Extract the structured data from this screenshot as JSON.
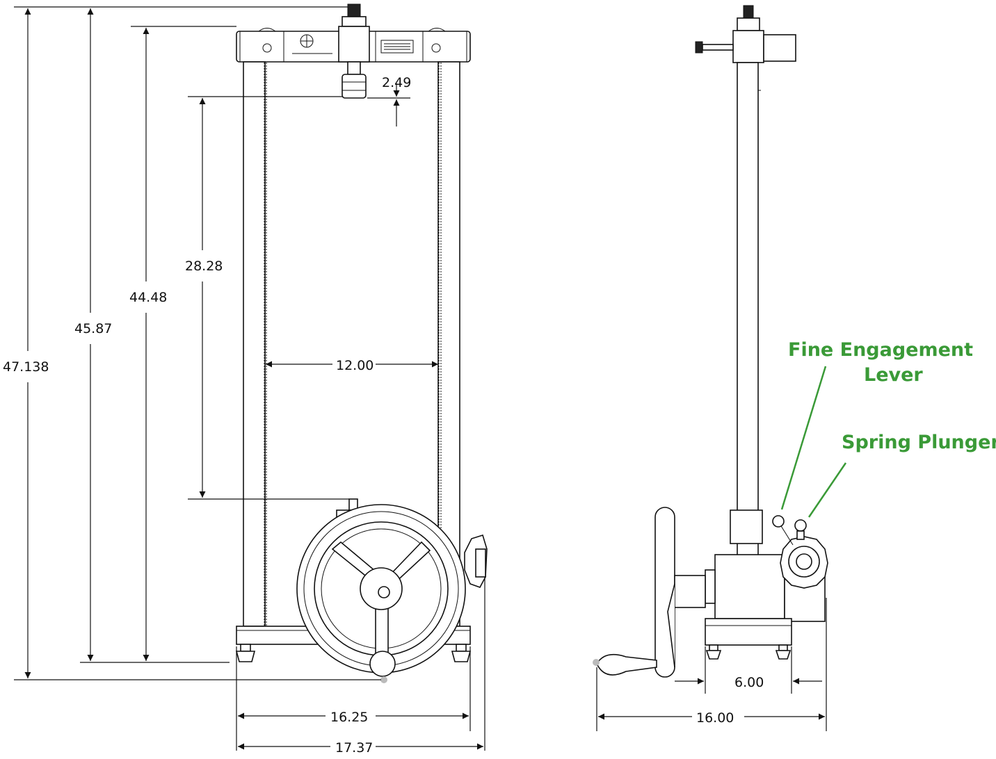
{
  "dimensions": {
    "overall_height": "47.138",
    "column_height": "45.87",
    "frame_height": "44.48",
    "daylight": "28.28",
    "ram_clearance": "2.49",
    "column_spacing": "12.00",
    "base_width": "16.25",
    "overall_width_front": "17.37",
    "side_base_depth": "6.00",
    "overall_depth_side": "16.00"
  },
  "callouts": {
    "fine_engagement_lever_line1": "Fine Engagement",
    "fine_engagement_lever_line2": "Lever",
    "spring_plunger": "Spring Plunger"
  },
  "colors": {
    "callout": "#3a9a37",
    "line": "#111111"
  }
}
